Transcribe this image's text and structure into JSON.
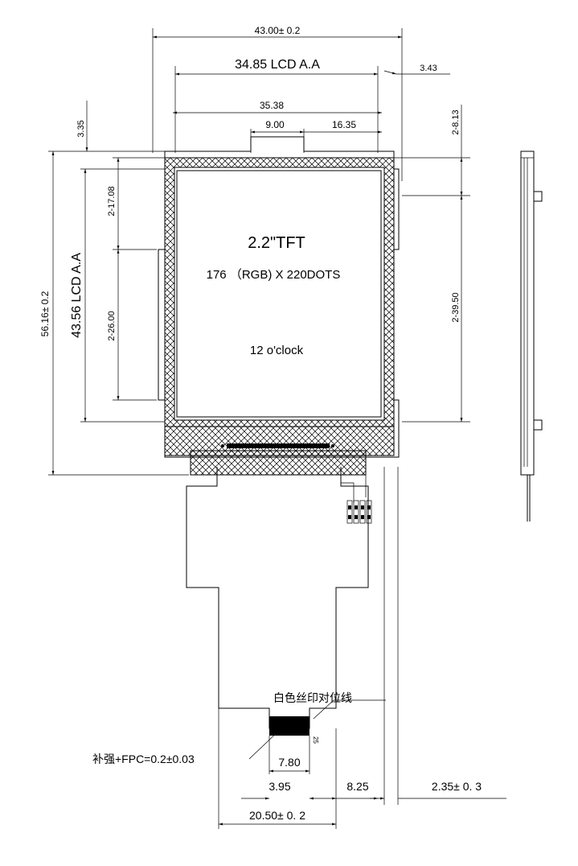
{
  "diagram": {
    "panel": {
      "title": "2.2\"TFT",
      "resolution": "176 （RGB) X 220DOTS",
      "orientation": "12 o'clock"
    },
    "dimensions": {
      "overall_width": "43.00± 0.2",
      "lcd_aa_width": "34.85 LCD A.A",
      "right_offset": "3.43",
      "inner_width": "35.38",
      "tab_width": "9.00",
      "tab_offset": "16.35",
      "top_offset": "3.35",
      "top_right": "2-8.13",
      "overall_height": "56.16± 0.2",
      "lcd_aa_height": "43.56 LCD A.A",
      "hole_spacing_1": "2-17.08",
      "hole_spacing_2": "2-26.00",
      "right_hole_spacing": "2-39.50",
      "stiffener_width": "7.80",
      "fpc_offset": "3.95",
      "fpc_right": "8.25",
      "thickness": "2.35± 0. 3",
      "fpc_width": "20.50± 0. 2",
      "pin_label": "25"
    },
    "notes": {
      "silk_mark": "白色丝印对位线",
      "stiffener": "补强+FPC=0.2±0.03"
    }
  }
}
